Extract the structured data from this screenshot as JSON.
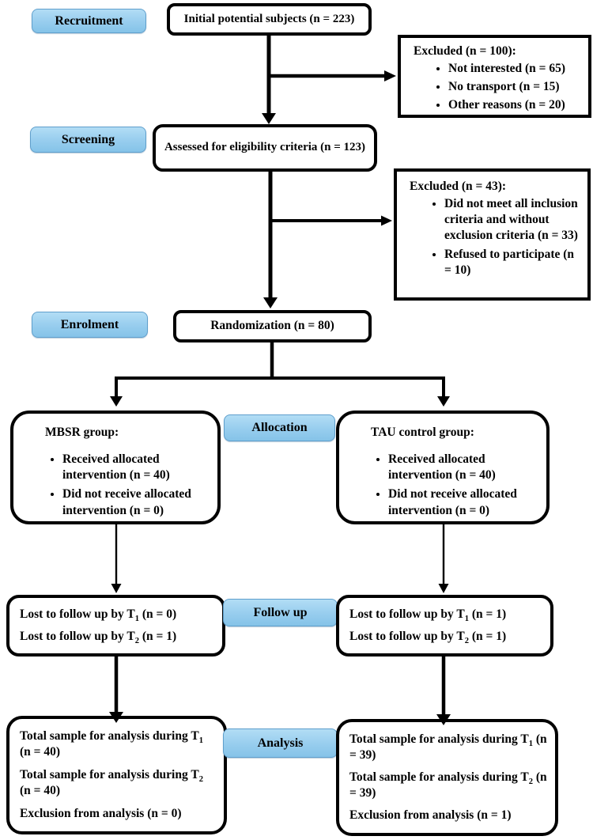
{
  "figure": {
    "kind": "CONSORT participant flow diagram"
  },
  "colors": {
    "stage_fill_top": "#b2ddf5",
    "stage_fill_bottom": "#85c3e8",
    "stage_border": "#5f9fcc",
    "box_border": "#000000",
    "text": "#000000",
    "background": "#ffffff"
  },
  "stages": {
    "recruitment": "Recruitment",
    "screening": "Screening",
    "enrolment": "Enrolment",
    "allocation": "Allocation",
    "followup": "Follow up",
    "analysis": "Analysis"
  },
  "boxes": {
    "initial": "Initial potential subjects (n = 223)",
    "excluded1": {
      "title": "Excluded (n = 100):",
      "items": [
        "Not interested (n = 65)",
        "No transport (n = 15)",
        "Other reasons (n = 20)"
      ]
    },
    "assessed": "Assessed for eligibility criteria (n = 123)",
    "excluded2": {
      "title": "Excluded (n = 43):",
      "items": [
        "Did not meet all inclusion criteria and without exclusion criteria (n = 33)",
        "Refused to participate (n = 10)"
      ]
    },
    "randomization": "Randomization (n = 80)",
    "mbsr": {
      "title": "MBSR group:",
      "items": [
        "Received allocated intervention (n = 40)",
        "Did not receive allocated intervention (n = 0)"
      ]
    },
    "tau": {
      "title": "TAU control group:",
      "items": [
        "Received allocated intervention (n = 40)",
        "Did not receive allocated intervention (n = 0)"
      ]
    },
    "followup_left": {
      "lines": [
        {
          "pre": "Lost to follow up by T",
          "sub": "1",
          "post": " (n = 0)"
        },
        {
          "pre": "Lost to follow up by T",
          "sub": "2",
          "post": " (n = 1)"
        }
      ]
    },
    "followup_right": {
      "lines": [
        {
          "pre": "Lost to follow up by T",
          "sub": "1",
          "post": " (n = 1)"
        },
        {
          "pre": "Lost to follow up by T",
          "sub": "2",
          "post": " (n = 1)"
        }
      ]
    },
    "analysis_left": {
      "lines": [
        {
          "pre": "Total sample for analysis during T",
          "sub": "1",
          "post": " (n = 40)"
        },
        {
          "pre": "Total sample for analysis during T",
          "sub": "2",
          "post": " (n = 40)"
        },
        {
          "pre": "Exclusion from analysis (n = 0)",
          "sub": "",
          "post": ""
        }
      ]
    },
    "analysis_right": {
      "lines": [
        {
          "pre": "Total sample for analysis during T",
          "sub": "1",
          "post": " (n = 39)"
        },
        {
          "pre": "Total sample for analysis during T",
          "sub": "2",
          "post": " (n = 39)"
        },
        {
          "pre": "Exclusion from analysis (n = 1)",
          "sub": "",
          "post": ""
        }
      ]
    }
  }
}
